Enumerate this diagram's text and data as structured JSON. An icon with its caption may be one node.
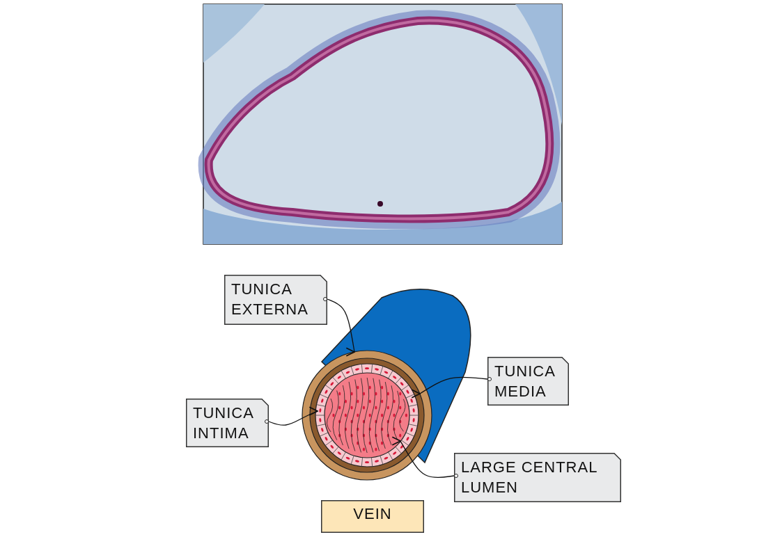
{
  "diagram": {
    "nodes": [
      {
        "text": [
          "TUNICA EXTERNA"
        ]
      },
      {
        "text": [
          "TUNICA MEDIA"
        ]
      },
      {
        "text": [
          "TUNICA INTIMA"
        ]
      },
      {
        "text": [
          "LARGE CENTRAL LUMEN"
        ]
      },
      {
        "text": [
          "VEIN"
        ]
      },
      {
        "text": [],
        "shape": "circle"
      },
      {
        "text": [],
        "shape": "circle",
        "in": 5
      },
      {
        "text": [],
        "shape": "circle",
        "in": 6
      },
      {
        "text": [],
        "shape": "circle",
        "in": 7
      }
    ],
    "edges": [
      {
        "from": 0,
        "to": 5,
        "arrow": "to"
      },
      {
        "from": 1,
        "to": 6,
        "arrow": "to"
      },
      {
        "from": 2,
        "to": 7,
        "arrow": "to"
      },
      {
        "from": 3,
        "to": 8,
        "arrow": "to"
      }
    ]
  }
}
